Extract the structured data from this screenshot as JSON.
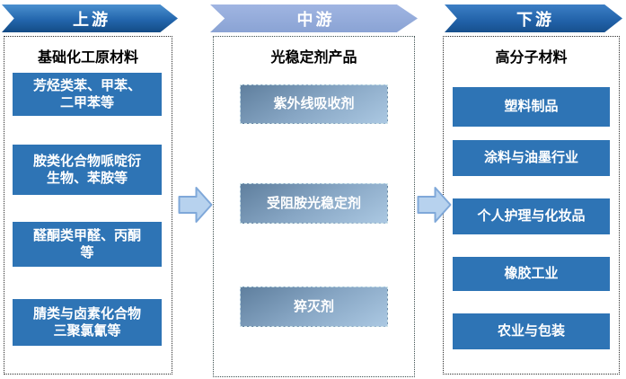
{
  "columns": [
    {
      "banner_label": "上游",
      "panel_title": "基础化工原材料",
      "items": [
        "芳烃类苯、甲苯、二甲苯等",
        "胺类化合物哌啶衍生物、苯胺等",
        "醛酮类甲醛、丙酮等",
        "腈类与卤素化合物三聚氯氰等"
      ]
    },
    {
      "banner_label": "中游",
      "panel_title": "光稳定剂产品",
      "items": [
        "紫外线吸收剂",
        "受阻胺光稳定剂",
        "猝灭剂"
      ]
    },
    {
      "banner_label": "下游",
      "panel_title": "高分子材料",
      "items": [
        "塑料制品",
        "涂料与油墨行业",
        "个人护理与化妆品",
        "橡胶工业",
        "农业与包装"
      ]
    }
  ],
  "icons": {
    "flow_arrow": "right-block-arrow"
  },
  "colors": {
    "banner_dark_top": "#4B90CF",
    "banner_dark_bottom": "#134B85",
    "banner_light_top": "#A0B5E2",
    "banner_light_bottom": "#8AA3D4",
    "item_blue": "#2E74B5",
    "mid_item_gradient_start": "#5F7F9E",
    "mid_item_gradient_end": "#ABC8E2",
    "arrow_fill": "#B7D2EE",
    "arrow_stroke": "#7FA8D9",
    "panel_border": "#2E2E2E",
    "text_on_blue": "#FFFFFF",
    "title_text": "#000000"
  }
}
